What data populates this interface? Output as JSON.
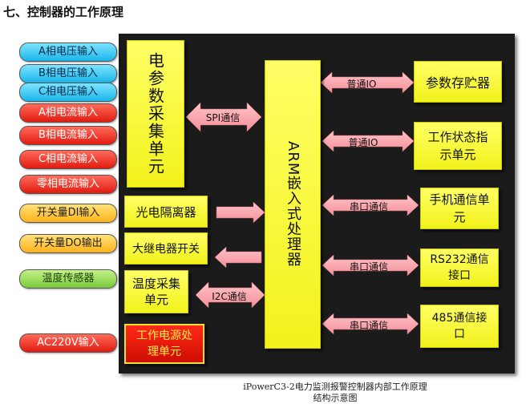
{
  "heading": "七、控制器的工作原理",
  "inputs": [
    {
      "label": "A相电压输入",
      "style": "blue"
    },
    {
      "label": "B相电压输入",
      "style": "blue"
    },
    {
      "label": "C相电压输入",
      "style": "blue"
    },
    {
      "label": "A相电流输入",
      "style": "red"
    },
    {
      "label": "B相电流输入",
      "style": "red"
    },
    {
      "label": "C相电流输入",
      "style": "red"
    },
    {
      "label": "零相电流输入",
      "style": "red"
    },
    {
      "label": "开关量DI输入",
      "style": "yellow"
    },
    {
      "label": "开关量DO输出",
      "style": "yellow"
    },
    {
      "label": "温度传感器",
      "style": "green"
    },
    {
      "label": "AC220V输入",
      "style": "red"
    }
  ],
  "blocks": {
    "power_acq": "电参数采集单元",
    "optocoupler": "光电隔离器",
    "relay": "大继电器开关",
    "temp_unit": "温度采集单元",
    "power_supply": "工作电源处理单元",
    "arm": "ARM嵌入式处理器",
    "storage": "参数存贮器",
    "status": "工作状态指示单元",
    "phone": "手机通信单元",
    "rs232": "RS232通信接口",
    "rs485": "485通信接口"
  },
  "links": {
    "spi": "SPI通信",
    "i2c": "I2C通信",
    "io1": "普通IO",
    "io2": "普通IO",
    "serial1": "串口通信",
    "serial2": "串口通信",
    "serial3": "串口通信"
  },
  "caption": {
    "line1": "iPowerC3-2电力监测报警控制器内部工作原理",
    "line2": "结构示意图"
  }
}
